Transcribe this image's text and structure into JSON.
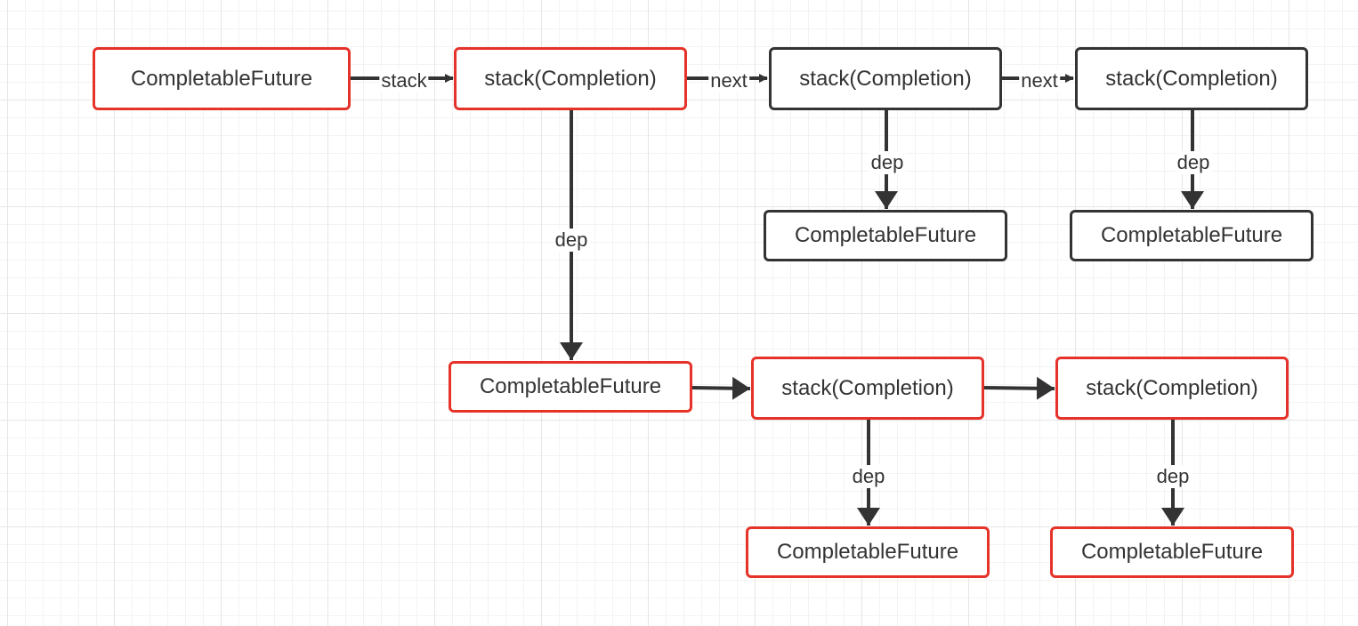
{
  "diagram": {
    "colors": {
      "highlight": "#e5332a",
      "default": "#333333",
      "edge": "#333333"
    },
    "nodes": [
      {
        "id": "cf0",
        "label": "CompletableFuture",
        "highlighted": true
      },
      {
        "id": "st1",
        "label": "stack(Completion)",
        "highlighted": true
      },
      {
        "id": "st2",
        "label": "stack(Completion)",
        "highlighted": false
      },
      {
        "id": "st3",
        "label": "stack(Completion)",
        "highlighted": false
      },
      {
        "id": "cf2",
        "label": "CompletableFuture",
        "highlighted": false
      },
      {
        "id": "cf3",
        "label": "CompletableFuture",
        "highlighted": false
      },
      {
        "id": "cf1",
        "label": "CompletableFuture",
        "highlighted": true
      },
      {
        "id": "st4",
        "label": "stack(Completion)",
        "highlighted": true
      },
      {
        "id": "st5",
        "label": "stack(Completion)",
        "highlighted": true
      },
      {
        "id": "cf4",
        "label": "CompletableFuture",
        "highlighted": true
      },
      {
        "id": "cf5",
        "label": "CompletableFuture",
        "highlighted": true
      }
    ],
    "edges": [
      {
        "from": "cf0",
        "to": "st1",
        "label": "stack"
      },
      {
        "from": "st1",
        "to": "st2",
        "label": "next"
      },
      {
        "from": "st2",
        "to": "st3",
        "label": "next"
      },
      {
        "from": "st2",
        "to": "cf2",
        "label": "dep"
      },
      {
        "from": "st3",
        "to": "cf3",
        "label": "dep"
      },
      {
        "from": "st1",
        "to": "cf1",
        "label": "dep"
      },
      {
        "from": "cf1",
        "to": "st4",
        "label": ""
      },
      {
        "from": "st4",
        "to": "st5",
        "label": ""
      },
      {
        "from": "st4",
        "to": "cf4",
        "label": "dep"
      },
      {
        "from": "st5",
        "to": "cf5",
        "label": "dep"
      }
    ]
  }
}
